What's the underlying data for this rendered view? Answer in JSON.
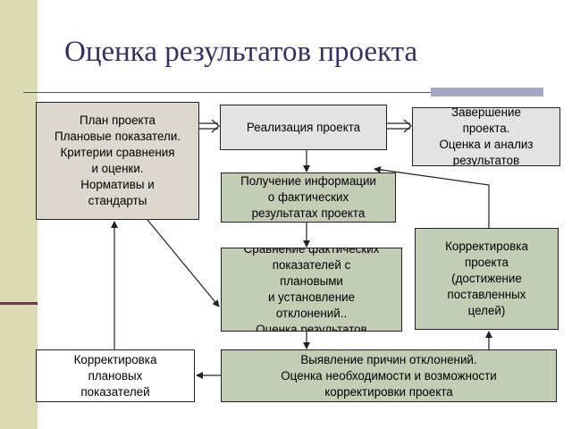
{
  "title": "Оценка результатов проекта",
  "boxes": {
    "plan": [
      "План проекта",
      "Плановые показатели.",
      "Критерии сравнения",
      "и оценки.",
      "Нормативы и",
      "стандарты"
    ],
    "implementation": [
      "Реализация проекта"
    ],
    "completion": [
      "Завершение",
      "проекта.",
      "Оценка и анализ",
      "результатов"
    ],
    "info": [
      "Получение информации",
      "о фактических",
      "результатах проекта"
    ],
    "comparison": [
      "Сравнение фактических",
      "показателей с",
      "плановыми",
      "и установление",
      "отклонений..",
      "Оценка результатов"
    ],
    "project_correction": [
      "Корректировка",
      "проекта",
      "(достижение",
      "поставленных",
      "целей)"
    ],
    "causes": [
      "Выявление причин отклонений.",
      "Оценка необходимости и возможности",
      "корректировки проекта"
    ],
    "plan_correction": [
      "Корректировка",
      "плановых",
      "показателей"
    ]
  },
  "colors": {
    "beige": "#ddd8cf",
    "grey": "#e3e3e3",
    "green": "#c3ccb4",
    "title": "#3a3060"
  }
}
